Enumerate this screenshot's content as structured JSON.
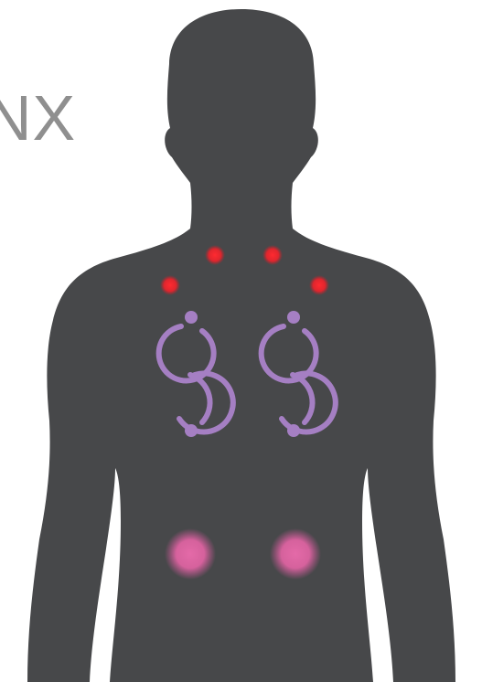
{
  "brand": {
    "text": "NX"
  },
  "colors": {
    "silhouette": "#47484a",
    "red_dot": "#e8242c",
    "figure8": "#a57fc3",
    "pink_glow": "#e46aa8",
    "brand_text": "#8f8f8f"
  },
  "markers": {
    "red_dots": 4,
    "figure_eight_symbols": 2,
    "pink_glows": 2
  }
}
